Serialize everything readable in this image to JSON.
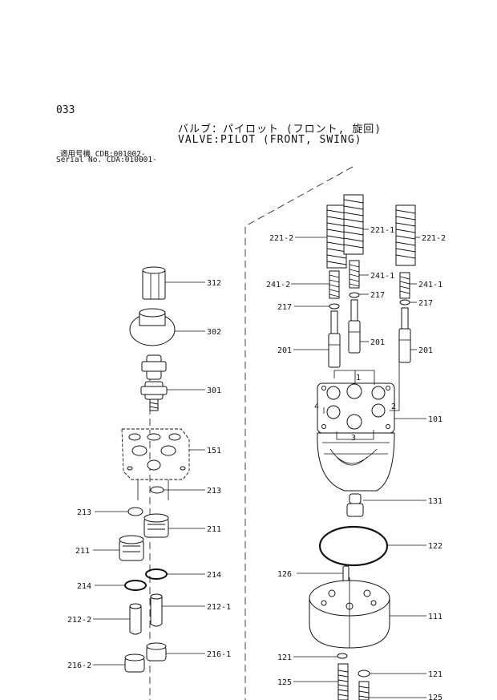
{
  "header": {
    "page_number": "033",
    "title_jp": "バルブ：パイロット (フロント, 旋回)",
    "title_en": "VALVE:PILOT (FRONT, SWING)",
    "serial_line_1": "適用号機 CDB:001002-",
    "serial_line_2": "Serial No. CDA:010001-"
  },
  "callouts": {
    "c221_2_left": "221-2",
    "c221_1": "221-1",
    "c221_2_right": "221-2",
    "c241_2": "241-2",
    "c241_1_mid": "241-1",
    "c241_1_right": "241-1",
    "c217_left": "217",
    "c217_mid": "217",
    "c217_right": "217",
    "c201_left": "201",
    "c201_mid": "201",
    "c201_right": "201",
    "c312": "312",
    "c302": "302",
    "c301": "301",
    "c151": "151",
    "c213_right": "213",
    "c213_left": "213",
    "c211_right": "211",
    "c211_left": "211",
    "c214_left": "214",
    "c214_right": "214",
    "c212_1": "212-1",
    "c212_2": "212-2",
    "c216_1": "216-1",
    "c216_2": "216-2",
    "c101": "101",
    "c131": "131",
    "c122": "122",
    "c126": "126",
    "c111": "111",
    "c121_left": "121",
    "c121_right": "121",
    "c125_left": "125",
    "c125_right": "125",
    "port_1": "1",
    "port_2": "2",
    "port_3": "3",
    "port_4": "4"
  }
}
